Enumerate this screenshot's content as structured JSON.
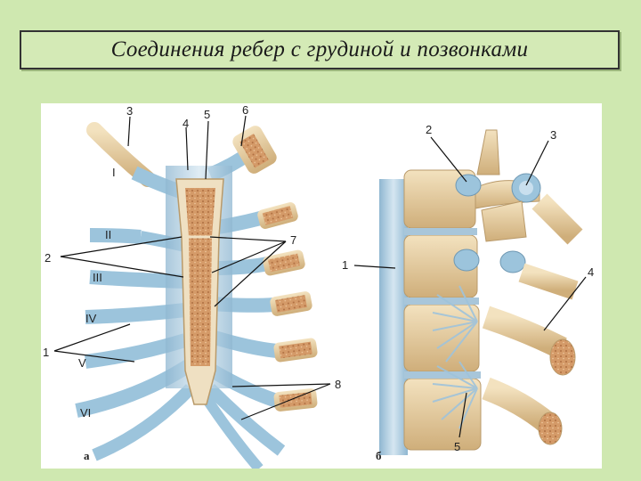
{
  "slide": {
    "title": "Соединения ребер с грудиной и позвонками"
  },
  "panel_a": {
    "caption": "а",
    "labels": {
      "n1": "1",
      "n2": "2",
      "n3": "3",
      "n4": "4",
      "n5": "5",
      "n6": "6",
      "n7": "7",
      "n8": "8",
      "rI": "I",
      "rII": "II",
      "rIII": "III",
      "rIV": "IV",
      "rV": "V",
      "rVI": "VI"
    }
  },
  "panel_b": {
    "caption": "б",
    "labels": {
      "n1": "1",
      "n2": "2",
      "n3": "3",
      "n4": "4",
      "n5": "5"
    }
  },
  "colors": {
    "background": "#cfe8b0",
    "cartilage": "#9cc4dc",
    "ligament": "#b9d3e4",
    "bone": "#e9d3a8",
    "marrow": "#c98d5e"
  }
}
